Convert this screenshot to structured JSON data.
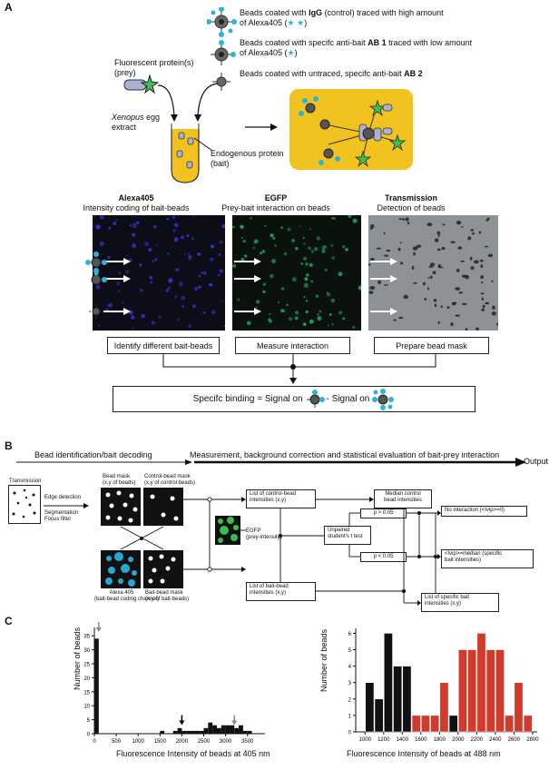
{
  "panel_labels": {
    "a": "A",
    "b": "B",
    "c": "C"
  },
  "panel_a": {
    "legend": [
      {
        "pre": "Beads coated with ",
        "bold": "IgG",
        "post": " (control) traced with high amount",
        "line2": "of Alexa405 (",
        "line2_end": ")"
      },
      {
        "pre": "Beads coated with specifc anti-bait ",
        "bold": "AB 1",
        "post": " traced with low amount",
        "line2": "of Alexa405 (",
        "line2_end": ")"
      },
      {
        "pre": "Beads coated with untraced, specifc anti-bait ",
        "bold": "AB 2",
        "post": "",
        "line2": "",
        "line2_end": ""
      }
    ],
    "prey_label_1": "Fluorescent protein(s)",
    "prey_label_2": "(prey)",
    "extract_italic": "Xenopus",
    "extract_rest": " egg",
    "extract_line2": "extract",
    "endogenous_1": "Endogenous protein",
    "endogenous_2": "(bait)",
    "channels": [
      {
        "title": "Alexa405",
        "subtitle": "Intensity coding of bait-beads",
        "step": "Identify different bait-beads",
        "bg": "#0d0d18",
        "dot": "#3b2fd0"
      },
      {
        "title": "EGFP",
        "subtitle": "Prey-bait interaction on beads",
        "step": "Measure interaction",
        "bg": "#0b120d",
        "dot": "#1fa35a"
      },
      {
        "title": "Transmission",
        "subtitle": "Detection of beads",
        "step": "Prepare bead mask",
        "bg": "#8d9297",
        "dot": "#1c1c1c"
      }
    ],
    "formula_pre": "Specifc binding = Signal on ",
    "formula_mid": " - Signal on "
  },
  "panel_b": {
    "header_left": "Bead identification/bait decoding",
    "header_mid": "Measurement, background correction and statistical evaluation of bait-prey interaction",
    "header_out": "Output",
    "transmission": "Transmission",
    "edge_1": "Edge detection",
    "edge_2": "Segmentation",
    "edge_3": "Focus filter",
    "bead_mask_1": "Bead mask",
    "bead_mask_2": "(x,y of beads)",
    "control_mask_1": "Control-bead mask",
    "control_mask_2": "(x,y of control beads)",
    "egfp_1": "EGFP",
    "egfp_2": "(prey-intensity)",
    "alexa_1": "Alexa 405",
    "alexa_2": "(bait-bead coding channel)",
    "bait_mask_1": "Bait-bead mask",
    "bait_mask_2": "(x,y of bait-beads)",
    "control_list_1": "List of control-bead",
    "control_list_2": "intensities (x,y)",
    "bait_list_1": "List of bait-bead",
    "bait_list_2": "intensities (x,y)",
    "median_1": "Median control",
    "median_2": "bead intensities",
    "ttest_1": "Unpaired",
    "ttest_2": "student's t test",
    "p_high": "p > 0.05",
    "p_low": "p < 0.05",
    "no_int": "No interaction (<Ivip>=0)",
    "int_1": "<Ivip>=median (specific",
    "int_2": "bait intensities)",
    "specific_1": "List of specific bait",
    "specific_2": "intensities (x,y)"
  },
  "chart_data": [
    {
      "type": "bar",
      "xlabel": "Fluorescence Intensity of beads at 405 nm",
      "ylabel": "Number of beads",
      "xlim": [
        0,
        3900
      ],
      "ylim": [
        0,
        38
      ],
      "xticks": [
        "0",
        "500",
        "1000",
        "1500",
        "2000",
        "2500",
        "3000",
        "3500"
      ],
      "yticks": [
        "0",
        "5",
        "10",
        "15",
        "20",
        "25",
        "30",
        "35"
      ],
      "bin_width": 100,
      "bins": [
        [
          0,
          34
        ],
        [
          1500,
          1
        ],
        [
          1800,
          1
        ],
        [
          1900,
          2
        ],
        [
          2000,
          1
        ],
        [
          2100,
          1
        ],
        [
          2200,
          1
        ],
        [
          2300,
          1
        ],
        [
          2400,
          1
        ],
        [
          2500,
          2
        ],
        [
          2600,
          4
        ],
        [
          2700,
          3
        ],
        [
          2800,
          2
        ],
        [
          2900,
          3
        ],
        [
          3000,
          3
        ],
        [
          3100,
          3
        ],
        [
          3200,
          2
        ],
        [
          3300,
          3
        ],
        [
          3400,
          1
        ],
        [
          3500,
          1
        ]
      ],
      "annotations": [
        {
          "x": 100,
          "color": "#888888"
        },
        {
          "x": 2000,
          "color": "#000000"
        },
        {
          "x": 3200,
          "color": "#888888"
        }
      ]
    },
    {
      "type": "bar",
      "xlabel": "Fluorescence Intensity of beads at 488 nm",
      "ylabel": "Number of beads",
      "xlim": [
        900,
        2850
      ],
      "ylim": [
        0,
        6.3
      ],
      "xticks": [
        "1000",
        "1200",
        "1400",
        "1600",
        "1800",
        "2000",
        "2200",
        "2400",
        "2600",
        "2800"
      ],
      "yticks": [
        "0",
        "1",
        "2",
        "3",
        "4",
        "5",
        "6"
      ],
      "bin_width": 100,
      "series": [
        {
          "name": "control",
          "color": "#111111",
          "bins": [
            [
              1000,
              3
            ],
            [
              1100,
              2
            ],
            [
              1200,
              6
            ],
            [
              1300,
              4
            ],
            [
              1400,
              4
            ],
            [
              1500,
              1
            ],
            [
              1600,
              1
            ],
            [
              1700,
              1
            ],
            [
              1800,
              1
            ],
            [
              1900,
              1
            ],
            [
              2000,
              1
            ]
          ]
        },
        {
          "name": "bait",
          "color": "#d23b2b",
          "bins": [
            [
              1500,
              1
            ],
            [
              1600,
              1
            ],
            [
              1700,
              1
            ],
            [
              1800,
              3
            ],
            [
              2000,
              5
            ],
            [
              2100,
              5
            ],
            [
              2200,
              6
            ],
            [
              2300,
              5
            ],
            [
              2400,
              5
            ],
            [
              2500,
              1
            ],
            [
              2600,
              3
            ],
            [
              2700,
              1
            ]
          ]
        }
      ]
    }
  ]
}
